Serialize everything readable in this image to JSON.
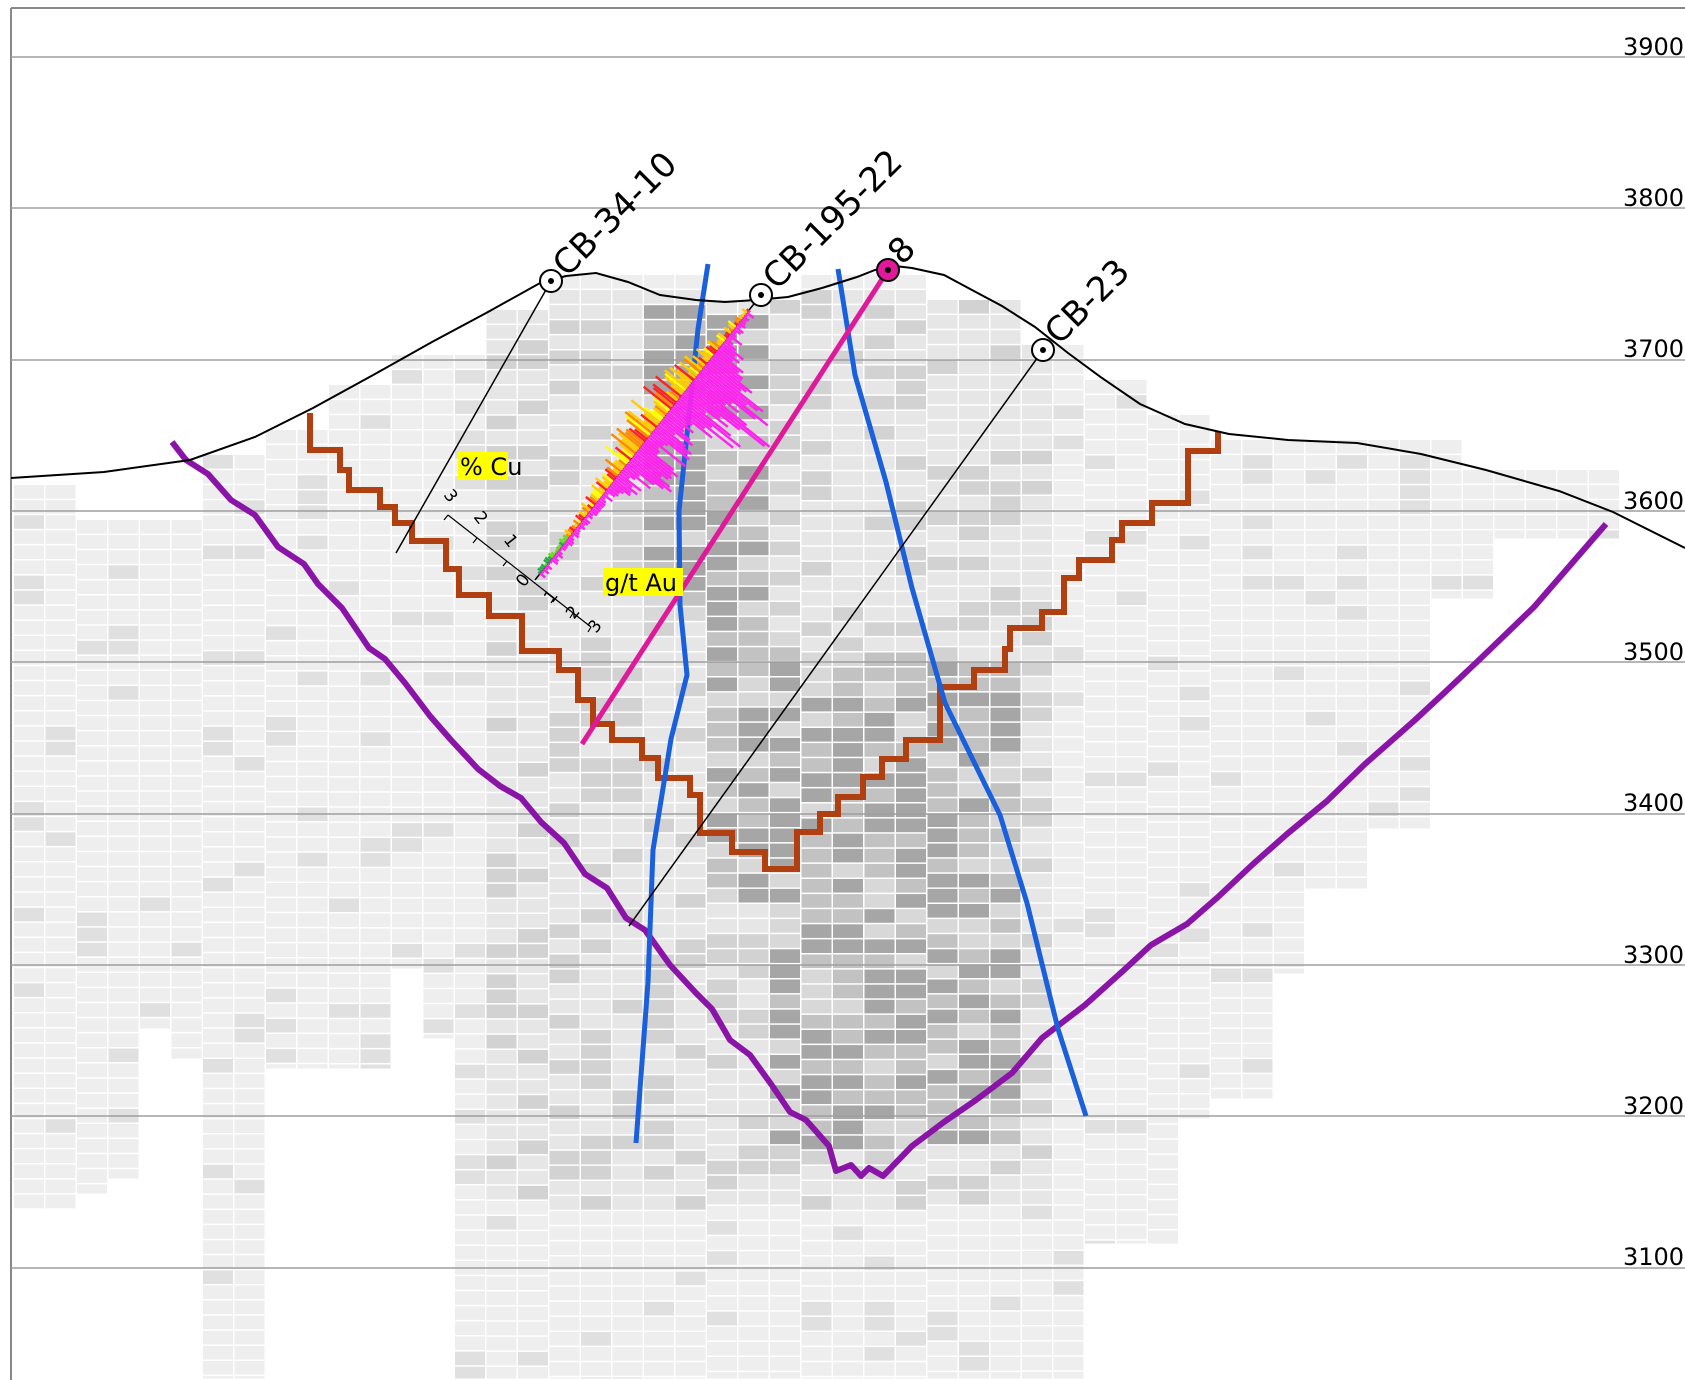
{
  "elevations": [
    "3900",
    "3800",
    "3700",
    "3600",
    "3500",
    "3400",
    "3300",
    "3200",
    "3100"
  ],
  "drill_holes": [
    {
      "id": "CB-34-10"
    },
    {
      "id": "CB-195-22"
    },
    {
      "id": "8"
    },
    {
      "id": "CB-23"
    }
  ],
  "histogram_scale": {
    "cu_label": "% Cu",
    "au_label": "g/t Au",
    "cu_ticks": [
      "3",
      "2",
      "1",
      "0"
    ],
    "au_ticks": [
      "1",
      "2",
      "3"
    ]
  },
  "colors": {
    "topography": "#000000",
    "gridline": "#9e9e9e",
    "pit_shell": "#b04010",
    "ultimate_pit": "#8a14a8",
    "faults": "#1a5fdc",
    "planned_hole": "#e0189a",
    "cu_histogram": "#ff22ee",
    "label_highlight": "#ffff00",
    "block_light": "#ececec",
    "block_medium": "#d2d2d2",
    "block_dark": "#a6a6a6"
  }
}
